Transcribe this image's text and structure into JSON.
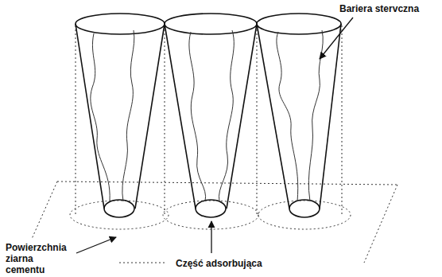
{
  "diagram": {
    "labels": [
      "Bariera stervczna",
      "Powierzchnia ziarna cementu",
      "Część adsorbująca"
    ]
  }
}
